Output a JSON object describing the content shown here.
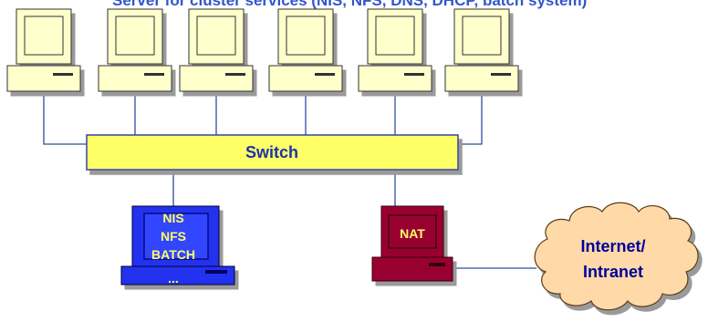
{
  "title": "Server for cluster services (NIS, NFS, DNS, DHCP, batch system)",
  "colors": {
    "title": "#3355cc",
    "workstation": "#ffffcc",
    "switch_fill": "#ffff66",
    "switch_border": "#3344aa",
    "server_blue": "#2233ee",
    "server_screen": "#3344ff",
    "server_text": "#ffff66",
    "nat_fill": "#990033",
    "cloud_fill": "#ffd9a8",
    "cloud_text": "#000099",
    "line": "#2e4e9a"
  },
  "nodes": {
    "switch": "Switch",
    "server": {
      "lines": [
        "NIS",
        "NFS",
        "BATCH",
        "..."
      ]
    },
    "nat": "NAT",
    "cloud": {
      "lines": [
        "Internet/",
        "Intranet"
      ]
    }
  },
  "workstation_count": 6
}
